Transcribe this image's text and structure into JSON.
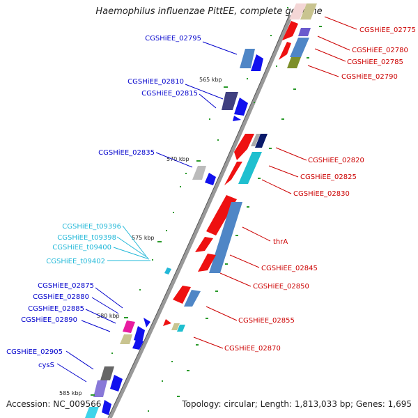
{
  "title": "Haemophilus influenzae PittEE, complete genome",
  "footer": {
    "accession": "Accession: NC_009566",
    "topology": "Topology: circular; Length: 1,813,033 bp; Genes: 1,695"
  },
  "colors": {
    "forward_label": "#0000cc",
    "reverse_label": "#cc0000",
    "trna_label": "#22b8d8",
    "backbone": "#888888",
    "tick": "#2a9a2a"
  },
  "scale_labels": [
    "565 kbp",
    "570 kbp",
    "575 kbp",
    "580 kbp",
    "585 kbp"
  ],
  "genes_left": [
    "CGSHiEE_02795",
    "CGSHiEE_02810",
    "CGSHiEE_02815",
    "CGSHiEE_02835",
    "CGSHiEE_t09396",
    "CGSHiEE_t09398",
    "CGSHiEE_t09400",
    "CGSHiEE_t09402",
    "CGSHiEE_02875",
    "CGSHiEE_02880",
    "CGSHiEE_02885",
    "CGSHiEE_02890",
    "CGSHiEE_02905",
    "cysS"
  ],
  "genes_right": [
    "CGSHiEE_02775",
    "CGSHiEE_02780",
    "CGSHiEE_02785",
    "CGSHiEE_02790",
    "CGSHiEE_02820",
    "CGSHiEE_02825",
    "CGSHiEE_02830",
    "thrA",
    "CGSHiEE_02845",
    "CGSHiEE_02850",
    "CGSHiEE_02855",
    "CGSHiEE_02870"
  ]
}
